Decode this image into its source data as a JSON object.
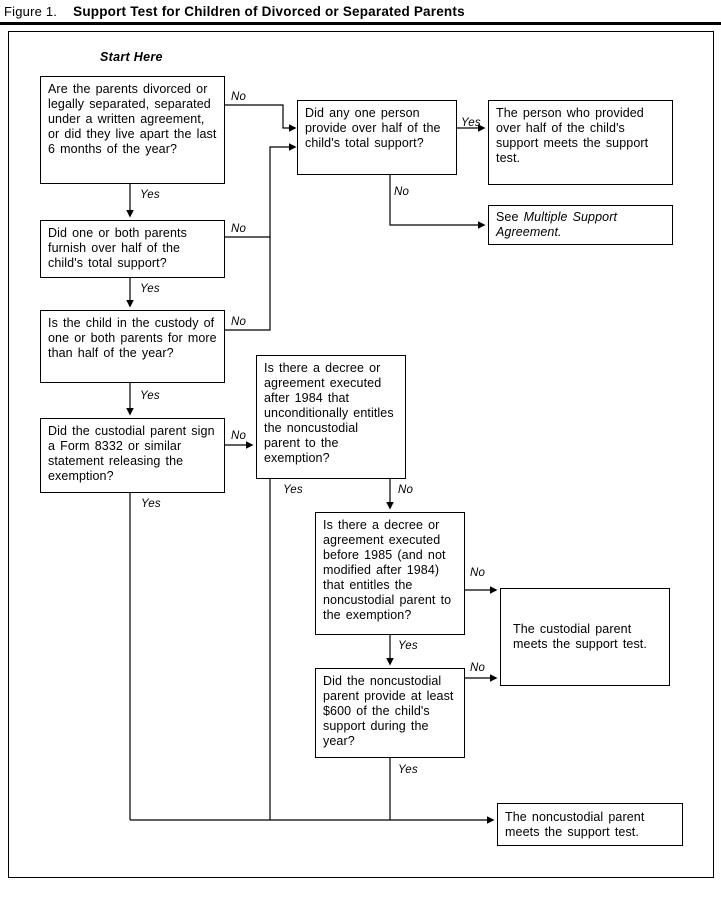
{
  "figure": {
    "label": "Figure 1.",
    "title": "Support Test for Children of Divorced or Separated Parents"
  },
  "start_here": "Start Here",
  "edge_labels": {
    "yes": "Yes",
    "no": "No"
  },
  "nodes": {
    "q_divorced": "Are the parents divorced or legally separated, separated under a written agreement, or did they live apart the last 6 months of the year?",
    "q_furnish_half": "Did one or both parents furnish over half of the child's total support?",
    "q_custody": "Is the child in the custody of one or both parents for more than half of the year?",
    "q_form_8332": "Did the custodial parent sign a Form 8332 or similar statement releasing the exemption?",
    "q_one_person_half": "Did any one person provide over half of the child's total support?",
    "q_decree_after_1984": "Is there a decree or agreement executed after 1984 that unconditionally entitles the noncustodial parent to the exemption?",
    "q_decree_before_1985": "Is there a decree or agreement executed before 1985 (and not modified after 1984) that entitles the noncustodial parent to the exemption?",
    "q_600_support": "Did the noncustodial parent provide at least $600 of the child's support during the year?",
    "r_person_half": "The person who provided over half of the child's support meets the support test.",
    "r_multiple_support_prefix": "See",
    "r_multiple_support_italic": "Multiple Support Agreement.",
    "r_custodial": "The custodial parent meets the support test.",
    "r_noncustodial": "The noncustodial parent meets the support test."
  },
  "colors": {
    "line": "#000000",
    "background": "#ffffff"
  }
}
